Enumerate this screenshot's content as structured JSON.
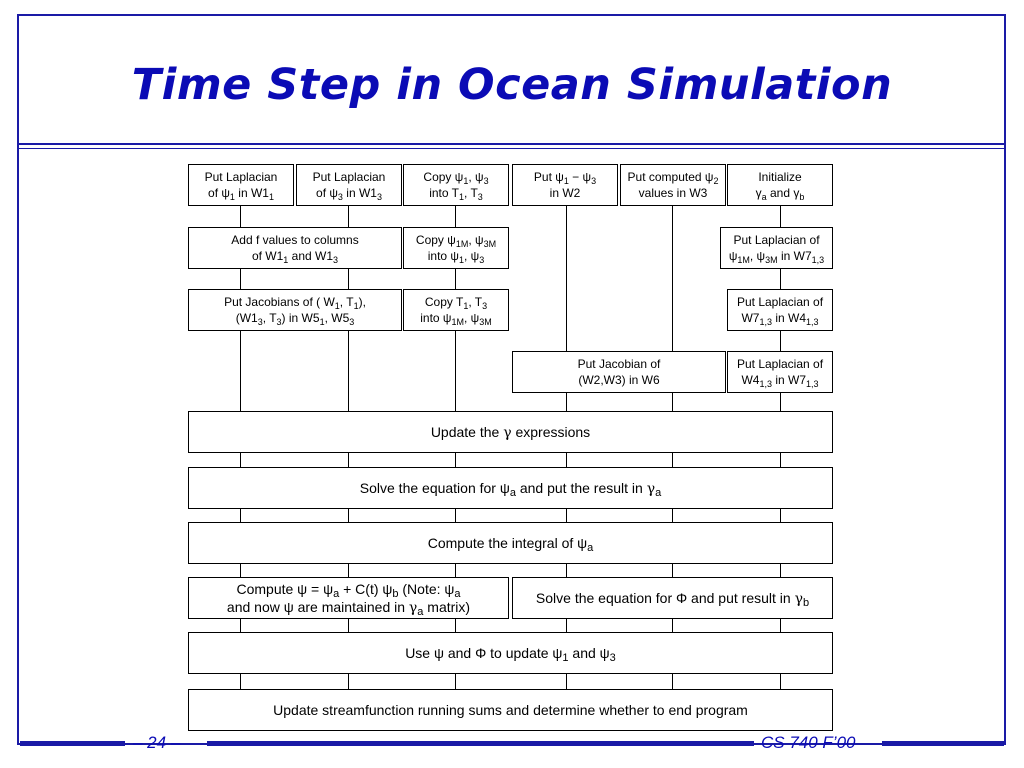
{
  "title": "Time Step in Ocean Simulation",
  "footer": {
    "page": "– 24 –",
    "course": "CS 740 F’00"
  },
  "boxes": {
    "b1": [
      "Put Laplacian",
      "of ψ",
      "1",
      " in W1",
      "1"
    ],
    "b2": [
      "Put Laplacian",
      "of ψ",
      "3",
      " in W1",
      "3"
    ],
    "b3": [
      "Copy ψ",
      "1",
      ", ψ",
      "3",
      "into T",
      "1",
      ", T",
      "3"
    ],
    "b4": [
      "Put ψ",
      "1",
      " − ψ",
      "3",
      "in W2"
    ],
    "b5": [
      "Put computed ψ",
      "2",
      "values in W3"
    ],
    "b6": [
      "Initialize",
      "γ",
      "a",
      " and γ",
      "b"
    ],
    "b7": [
      "Add f values to columns",
      "of W1",
      "1",
      " and W1",
      "3"
    ],
    "b8": [
      "Copy ψ",
      "1M",
      ", ψ",
      "3M",
      "into ψ",
      "1",
      ", ψ",
      "3"
    ],
    "b9": [
      "Put Laplacian of",
      "ψ",
      "1M",
      ", ψ",
      "3M",
      " in W7",
      "1,3"
    ],
    "b10": [
      "Put Jacobians of ( W",
      "1",
      ", T",
      "1",
      "),",
      "(W1",
      "3",
      ", T",
      "3",
      ") in W5",
      "1",
      ", W5",
      "3"
    ],
    "b11": [
      "Copy T",
      "1",
      ", T",
      "3",
      "into ψ",
      "1M",
      ", ψ",
      "3M"
    ],
    "b12": [
      "Put Laplacian of",
      "W7",
      "1,3",
      " in W4",
      "1,3"
    ],
    "b13": [
      "Put Jacobian of",
      "(W2,W3) in W6"
    ],
    "b14": [
      "Put Laplacian of",
      "W4",
      "1,3",
      " in W7",
      "1,3"
    ],
    "b15": [
      "Update the ",
      "γ",
      " expressions"
    ],
    "b16": [
      "Solve the equation for ψ",
      "a",
      " and put the result in ",
      "γ",
      "a"
    ],
    "b17": [
      "Compute the integral of ψ",
      "a"
    ],
    "b18": [
      "Compute ψ = ψ",
      "a",
      " + C(t) ψ",
      "b",
      " (Note: ψ",
      "a",
      "and now ψ are maintained in ",
      "γ",
      "a",
      " matrix)"
    ],
    "b19": [
      "Solve the equation for Φ and put result in ",
      "γ",
      "b"
    ],
    "b20": [
      "Use ψ and Φ to update ψ",
      "1",
      " and ψ",
      "3"
    ],
    "b21": [
      "Update streamfunction running sums and determine whether to end program"
    ]
  }
}
